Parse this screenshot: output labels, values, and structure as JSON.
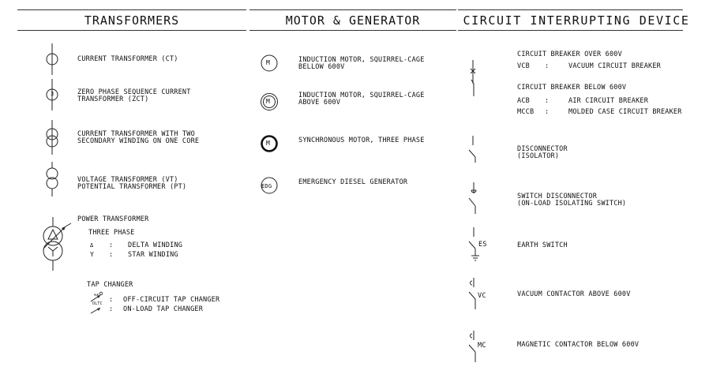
{
  "headers": {
    "transformers": "TRANSFORMERS",
    "motor": "MOTOR & GENERATOR",
    "circuit": "CIRCUIT INTERRUPTING DEVICE"
  },
  "transformers": {
    "ct": "CURRENT TRANSFORMER (CT)",
    "zct_1": "ZERO PHASE SEQUENCE CURRENT",
    "zct_2": "TRANSFORMER (ZCT)",
    "zct_symbol": "3",
    "ct2_1": "CURRENT TRANSFORMER WITH TWO",
    "ct2_2": "SECONDARY WINDING ON ONE CORE",
    "vt_1": "VOLTAGE TRANSFORMER (VT)",
    "vt_2": "POTENTIAL TRANSFORMER (PT)",
    "power": "POWER TRANSFORMER",
    "three_phase": "THREE PHASE",
    "delta_sym": "Δ",
    "star_sym": "Y",
    "colon": ":",
    "delta": "DELTA WINDING",
    "star": "STAR WINDING",
    "tap": "TAP CHANGER",
    "offc": "OFF-CIRCUIT TAP CHANGER",
    "oltc": "ON-LOAD TAP CHANGER",
    "oltc_label": "OLTC"
  },
  "motor": {
    "m_symbol": "M",
    "edg_symbol": "EDG",
    "ind1_1": "INDUCTION MOTOR, SQUIRREL-CAGE",
    "ind1_2": "BELLOW 600V",
    "ind2_1": "INDUCTION MOTOR, SQUIRREL-CAGE",
    "ind2_2": "ABOVE 600V",
    "sync": "SYNCHRONOUS MOTOR, THREE PHASE",
    "edg": "EMERGENCY DIESEL GENERATOR"
  },
  "circuit": {
    "cb_over": "CIRCUIT BREAKER OVER 600V",
    "vcb_abbr": "VCB",
    "vcb": "VACUUM CIRCUIT BREAKER",
    "cb_below": "CIRCUIT BREAKER BELOW 600V",
    "acb_abbr": "ACB",
    "acb": "AIR CIRCUIT BREAKER",
    "mccb_abbr": "MCCB",
    "mccb": "MOLDED CASE CIRCUIT BREAKER",
    "colon": ":",
    "disc_1": "DISCONNECTOR",
    "disc_2": "(ISOLATOR)",
    "sw_1": "SWITCH DISCONNECTOR",
    "sw_2": "(ON-LOAD ISOLATING SWITCH)",
    "es_label": "ES",
    "es": "EARTH SWITCH",
    "vc_label": "VC",
    "vc": "VACUUM CONTACTOR ABOVE 600V",
    "mc_label": "MC",
    "mc": "MAGNETIC CONTACTOR BELOW 600V"
  }
}
